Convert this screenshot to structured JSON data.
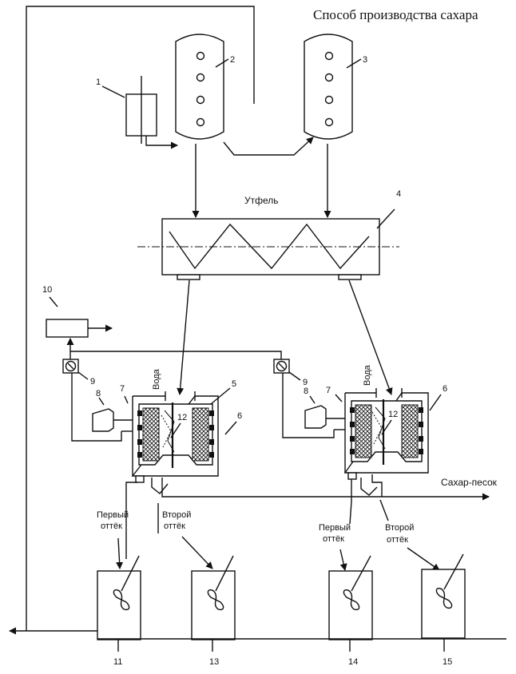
{
  "title": "Способ производства сахара",
  "labels": {
    "massecuite": "Утфель",
    "water_left": "Вода",
    "water_right": "Вода",
    "sugar": "Сахар-песок",
    "first_left_1": "Первый",
    "first_left_2": "оттёк",
    "second_left_1": "Второй",
    "second_left_2": "оттёк",
    "first_right_1": "Первый",
    "first_right_2": "оттёк",
    "second_right_1": "Второй",
    "second_right_2": "оттёк"
  },
  "numbers": {
    "n1": "1",
    "n2": "2",
    "n3": "3",
    "n4": "4",
    "n5": "5",
    "n6a": "6",
    "n6b": "6",
    "n7a": "7",
    "n7b": "7",
    "n8a": "8",
    "n8b": "8",
    "n9a": "9",
    "n9b": "9",
    "n10": "10",
    "n11": "11",
    "n12a": "12",
    "n12b": "12",
    "n13": "13",
    "n14": "14",
    "n15": "15"
  }
}
